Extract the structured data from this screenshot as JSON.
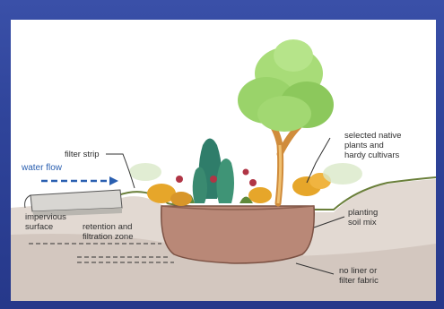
{
  "labels": {
    "filter_strip": "filter strip",
    "water_flow": "water flow",
    "impervious_line1": "impervious",
    "impervious_line2": "surface",
    "retention_line1": "retention and",
    "retention_line2": "filtration zone",
    "plants_line1": "selected native",
    "plants_line2": "plants and",
    "plants_line3": "hardy cultivars",
    "soil_line1": "planting",
    "soil_line2": "soil mix",
    "liner_line1": "no liner or",
    "liner_line2": "filter fabric"
  },
  "colors": {
    "background": "#2f449a",
    "soil_basin": "#b98877",
    "ground": "#d9cfc8",
    "water_arrow": "#2a5fb0",
    "tree_foliage": "#9ad36a",
    "trunk": "#e0a04a",
    "shrub_yellow": "#e6a62a",
    "conifer": "#2f7d6a"
  }
}
